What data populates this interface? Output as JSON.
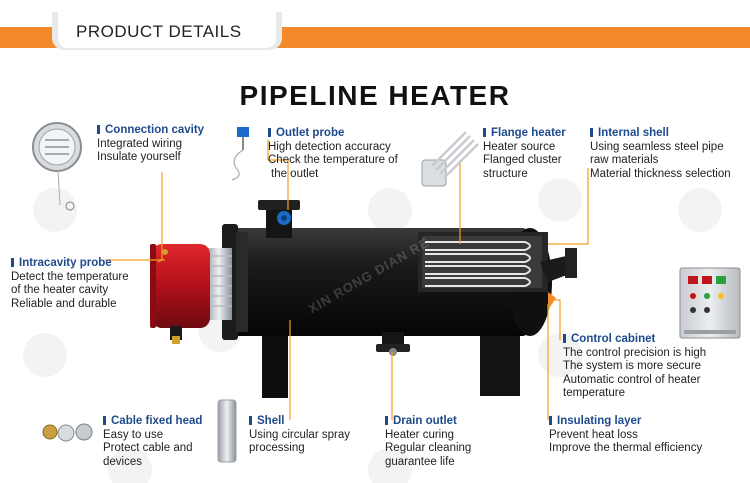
{
  "banner": {
    "label": "PRODUCT DETAILS"
  },
  "title": "PIPELINE HEATER",
  "watermark": "XIN RONG DIAN RE",
  "colors": {
    "accent_orange": "#f28a2a",
    "heading_blue": "#1e4a8c",
    "leader_orange": "#f2a020",
    "body_black": "#161616",
    "flange_red": "#c0161a"
  },
  "callouts": {
    "connection_cavity": {
      "title": "Connection cavity",
      "lines": [
        "Integrated wiring",
        "Insulate yourself"
      ]
    },
    "outlet_probe": {
      "title": "Outlet probe",
      "lines": [
        "High detection accuracy",
        "Check the temperature of",
        "the outlet"
      ]
    },
    "flange_heater": {
      "title": "Flange heater",
      "lines": [
        "Heater source",
        "Flanged cluster",
        "structure"
      ]
    },
    "internal_shell": {
      "title": "Internal shell",
      "lines": [
        "Using seamless steel pipe",
        "raw materials",
        "Material thickness selection"
      ]
    },
    "intracavity_probe": {
      "title": "Intracavity probe",
      "lines": [
        "Detect the temperature",
        "of the heater cavity",
        "Reliable and durable"
      ]
    },
    "control_cabinet": {
      "title": "Control cabinet",
      "lines": [
        "The control precision is high",
        "The system is more secure",
        "Automatic control of heater",
        "temperature"
      ]
    },
    "cable_fixed_head": {
      "title": "Cable fixed head",
      "lines": [
        "Easy to use",
        "Protect cable and",
        "devices"
      ]
    },
    "shell": {
      "title": "Shell",
      "lines": [
        "Using circular spray",
        "processing"
      ]
    },
    "drain_outlet": {
      "title": "Drain outlet",
      "lines": [
        "Heater curing",
        "Regular cleaning",
        "guarantee life"
      ]
    },
    "insulating_layer": {
      "title": "Insulating layer",
      "lines": [
        "Prevent heat loss",
        "Improve the thermal efficiency"
      ]
    }
  }
}
